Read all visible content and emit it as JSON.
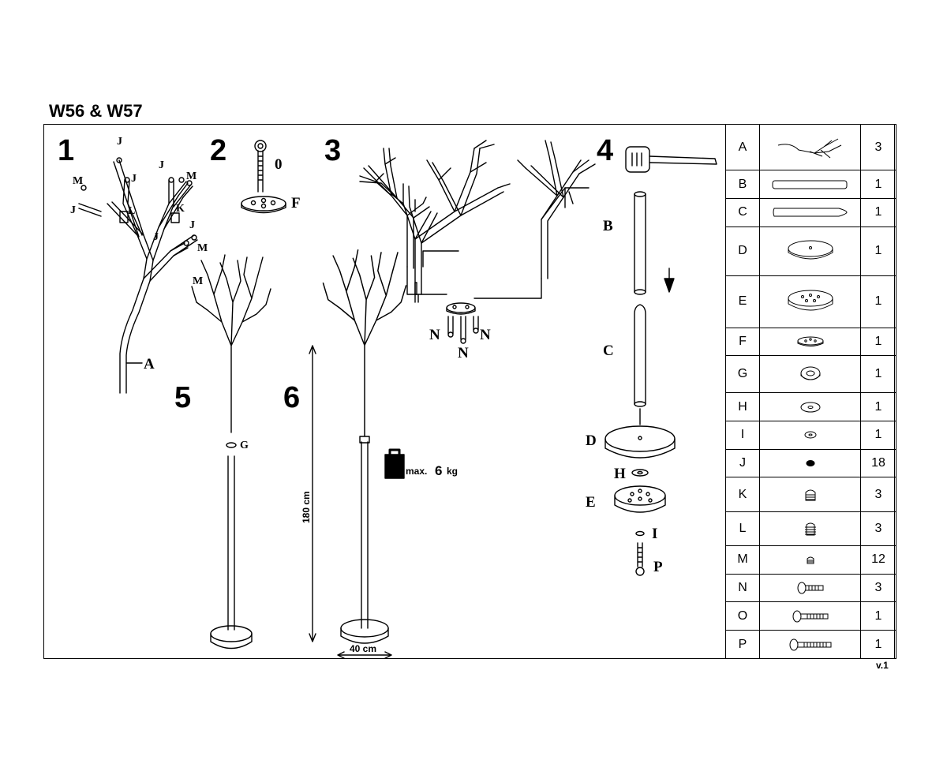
{
  "title": "W56 & W57",
  "version": "v.1",
  "steps": [
    "1",
    "2",
    "3",
    "4",
    "5",
    "6"
  ],
  "labels": {
    "A": "A",
    "B": "B",
    "C": "C",
    "D": "D",
    "E": "E",
    "F": "F",
    "G": "G",
    "H": "H",
    "I": "I",
    "J": "J",
    "K": "K",
    "L": "L",
    "M": "M",
    "N": "N",
    "O": "0",
    "P": "P"
  },
  "dimensions": {
    "height": "180 cm",
    "width": "40 cm"
  },
  "load": {
    "prefix": "max.",
    "value": "6",
    "unit": "kg"
  },
  "parts": [
    {
      "letter": "A",
      "qty": "3",
      "icon": "branch-icon"
    },
    {
      "letter": "B",
      "qty": "1",
      "icon": "tube-icon"
    },
    {
      "letter": "C",
      "qty": "1",
      "icon": "tapered-tube-icon"
    },
    {
      "letter": "D",
      "qty": "1",
      "icon": "base-disc-icon"
    },
    {
      "letter": "E",
      "qty": "1",
      "icon": "base-bottom-icon"
    },
    {
      "letter": "F",
      "qty": "1",
      "icon": "connector-plate-icon"
    },
    {
      "letter": "G",
      "qty": "1",
      "icon": "ring-icon"
    },
    {
      "letter": "H",
      "qty": "1",
      "icon": "washer-icon"
    },
    {
      "letter": "I",
      "qty": "1",
      "icon": "small-washer-icon"
    },
    {
      "letter": "J",
      "qty": "18",
      "icon": "cap-icon"
    },
    {
      "letter": "K",
      "qty": "3",
      "icon": "ribbed-plug-icon"
    },
    {
      "letter": "L",
      "qty": "3",
      "icon": "ribbed-plug-large-icon"
    },
    {
      "letter": "M",
      "qty": "12",
      "icon": "small-plug-icon"
    },
    {
      "letter": "N",
      "qty": "3",
      "icon": "short-bolt-icon"
    },
    {
      "letter": "O",
      "qty": "1",
      "icon": "medium-bolt-icon"
    },
    {
      "letter": "P",
      "qty": "1",
      "icon": "long-bolt-icon"
    }
  ]
}
